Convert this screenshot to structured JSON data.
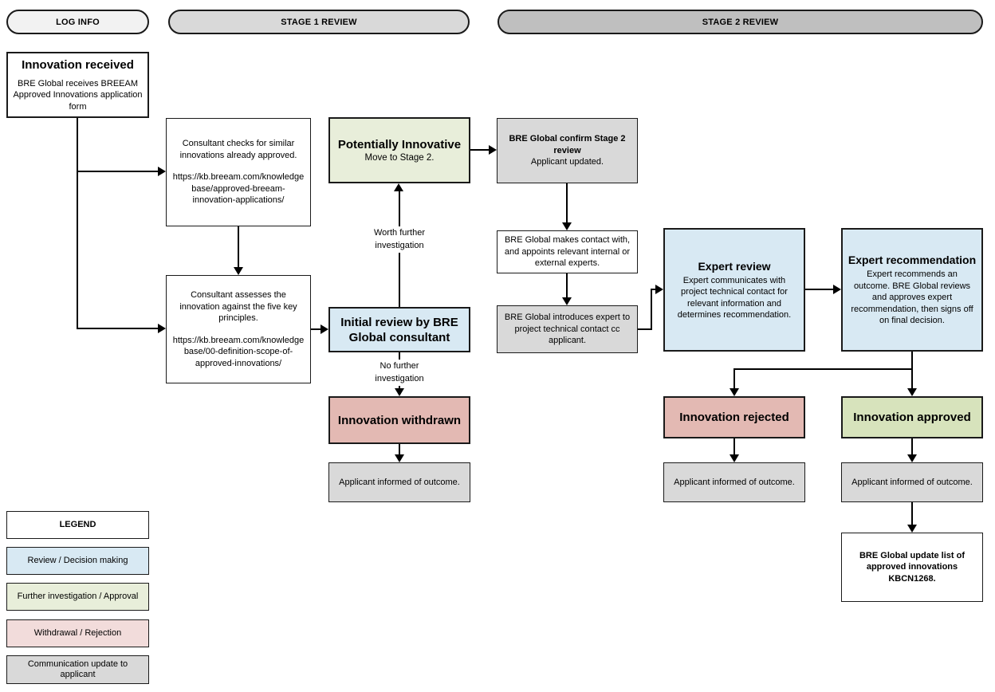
{
  "headers": {
    "log_info": "LOG INFO",
    "stage1": "STAGE 1 REVIEW",
    "stage2": "STAGE 2 REVIEW"
  },
  "boxes": {
    "innovation_received": {
      "title": "Innovation received",
      "body": "BRE Global receives BREEAM Approved Innovations application form"
    },
    "consultant_checks": {
      "body": "Consultant checks for similar innovations already approved.",
      "link": "https://kb.breeam.com/knowledgebase/approved-breeam-innovation-applications/"
    },
    "consultant_assesses": {
      "body": "Consultant assesses the innovation against the five key principles.",
      "link": "https://kb.breeam.com/knowledgebase/00-definition-scope-of-approved-innovations/"
    },
    "potentially_innovative": {
      "title": "Potentially Innovative",
      "subtitle": "Move to Stage 2."
    },
    "initial_review": {
      "title": "Initial review by BRE Global consultant"
    },
    "innovation_withdrawn": {
      "title": "Innovation withdrawn"
    },
    "applicant_informed_stage1": {
      "body": "Applicant informed of outcome."
    },
    "stage2_confirm": {
      "title": "BRE Global confirm Stage 2 review",
      "body": "Applicant updated."
    },
    "appoint_experts": {
      "body": "BRE Global makes contact with, and appoints relevant internal or external experts."
    },
    "introduce_expert": {
      "body": "BRE Global introduces expert to project technical contact cc applicant."
    },
    "expert_review": {
      "title": "Expert review",
      "body": "Expert communicates with project technical contact for relevant information and determines recommendation."
    },
    "expert_recommendation": {
      "title": "Expert recommendation",
      "body": "Expert recommends an outcome. BRE Global reviews and approves expert recommendation, then signs off on final decision."
    },
    "innovation_rejected": {
      "title": "Innovation rejected"
    },
    "innovation_approved": {
      "title": "Innovation approved"
    },
    "applicant_informed_rejected": {
      "body": "Applicant informed of outcome."
    },
    "applicant_informed_approved": {
      "body": "Applicant informed of outcome."
    },
    "update_list": {
      "body": "BRE Global update list of approved innovations KBCN1268."
    }
  },
  "edge_labels": {
    "worth": "Worth further investigation",
    "no_further": "No further investigation"
  },
  "legend": {
    "title": "LEGEND",
    "items": [
      {
        "label": "Review / Decision making",
        "color": "#d8e9f3"
      },
      {
        "label": "Further investigation / Approval",
        "color": "#e8eeda"
      },
      {
        "label": "Withdrawal / Rejection",
        "color": "#f2dcdb"
      },
      {
        "label": "Communication update to applicant",
        "color": "#d9d9d9"
      }
    ]
  },
  "colors": {
    "lane_log_info": "#f2f2f2",
    "lane_stage1": "#d9d9d9",
    "lane_stage2": "#bfbfbf",
    "review_blue": "#d8e9f3",
    "investigation_green": "#e8eeda",
    "approved_green": "#d7e3bc",
    "withdrawal_pink": "#e3b9b3",
    "legend_pink": "#f2dcdb",
    "communication_grey": "#d9d9d9",
    "line_black": "#000000"
  }
}
